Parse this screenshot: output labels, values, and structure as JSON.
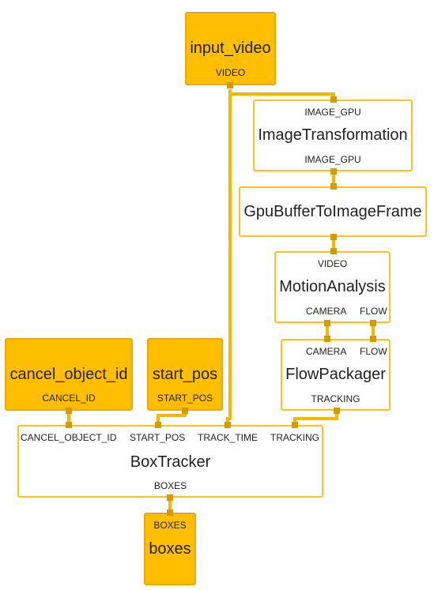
{
  "nodes": {
    "input_video": {
      "name": "input_video",
      "out": "VIDEO"
    },
    "image_transformation": {
      "name": "ImageTransformation",
      "in": "IMAGE_GPU",
      "out": "IMAGE_GPU"
    },
    "gpu_buffer": {
      "name": "GpuBufferToImageFrame"
    },
    "motion_analysis": {
      "name": "MotionAnalysis",
      "in": "VIDEO",
      "out_camera": "CAMERA",
      "out_flow": "FLOW"
    },
    "flow_packager": {
      "name": "FlowPackager",
      "in_camera": "CAMERA",
      "in_flow": "FLOW",
      "out": "TRACKING"
    },
    "cancel_object_id": {
      "name": "cancel_object_id",
      "out": "CANCEL_ID"
    },
    "start_pos": {
      "name": "start_pos",
      "out": "START_POS"
    },
    "box_tracker": {
      "name": "BoxTracker",
      "in_cancel": "CANCEL_OBJECT_ID",
      "in_start": "START_POS",
      "in_track_time": "TRACK_TIME",
      "in_tracking": "TRACKING",
      "out": "BOXES"
    },
    "boxes": {
      "name": "boxes",
      "in": "BOXES"
    }
  },
  "colors": {
    "input_fill": "#ffbf00",
    "border": "#ffc21a",
    "edge": "#f5b800",
    "port_marker": "#d39b00"
  }
}
